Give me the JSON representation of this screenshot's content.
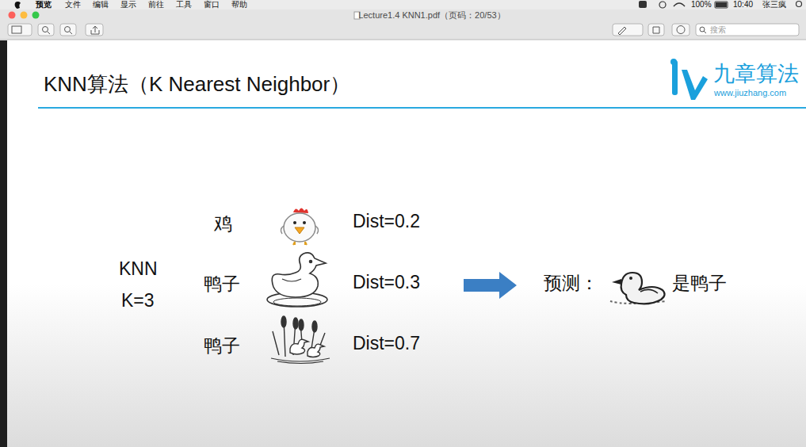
{
  "diagram": {
    "title": "KNN算法（K Nearest Neighbor）",
    "labels": [
      "预览",
      "文件",
      "编辑",
      "显示",
      "前往",
      "工具",
      "窗口",
      "帮助",
      "Lecture1.4 KNN1.pdf（页码：20/53）",
      "100%",
      "10:40",
      "张三疯",
      "搜索",
      "九章算法",
      "www.jiuzhang.com",
      "KNN",
      "K=3",
      "鸡",
      "Dist=0.2",
      "鸭子",
      "Dist=0.3",
      "鸭子",
      "Dist=0.7",
      "预测：",
      "是鸭子"
    ]
  }
}
